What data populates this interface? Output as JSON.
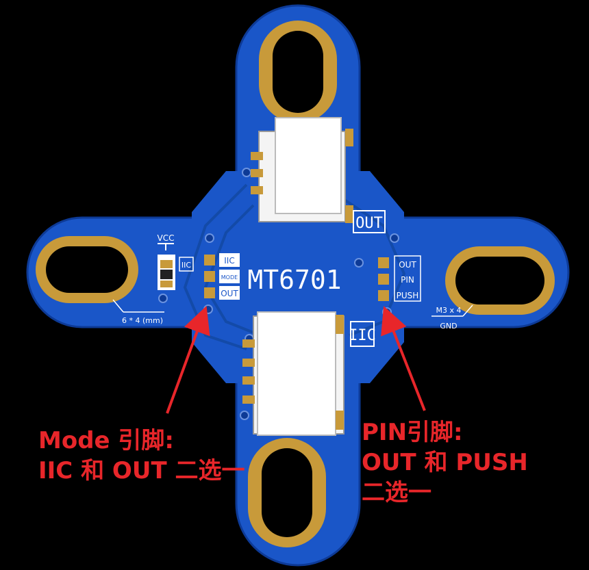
{
  "board": {
    "chip_label": "MT6701",
    "connector_top_label": "OUT",
    "connector_bottom_label": "IIC",
    "vcc_label": "VCC",
    "iic_small_label": "IIC",
    "hole_left_label": "6 * 4 (mm)",
    "hole_right_label_1": "M3 x 4",
    "hole_right_label_2": "GND",
    "mode_pads": [
      "IIC",
      "MODE",
      "OUT"
    ],
    "pin_pads": [
      "OUT",
      "PIN",
      "PUSH"
    ]
  },
  "annotations": {
    "mode_line_1": "Mode 引脚:",
    "mode_line_2": "IIC 和 OUT 二选一",
    "pin_line_1": "PIN引脚:",
    "pin_line_2": "OUT 和 PUSH",
    "pin_line_3": "二选一"
  },
  "colors": {
    "pcb_blue": "#1a56c8",
    "copper_gold": "#c89a3a",
    "annotation_red": "#e8262a",
    "background": "#000000"
  }
}
